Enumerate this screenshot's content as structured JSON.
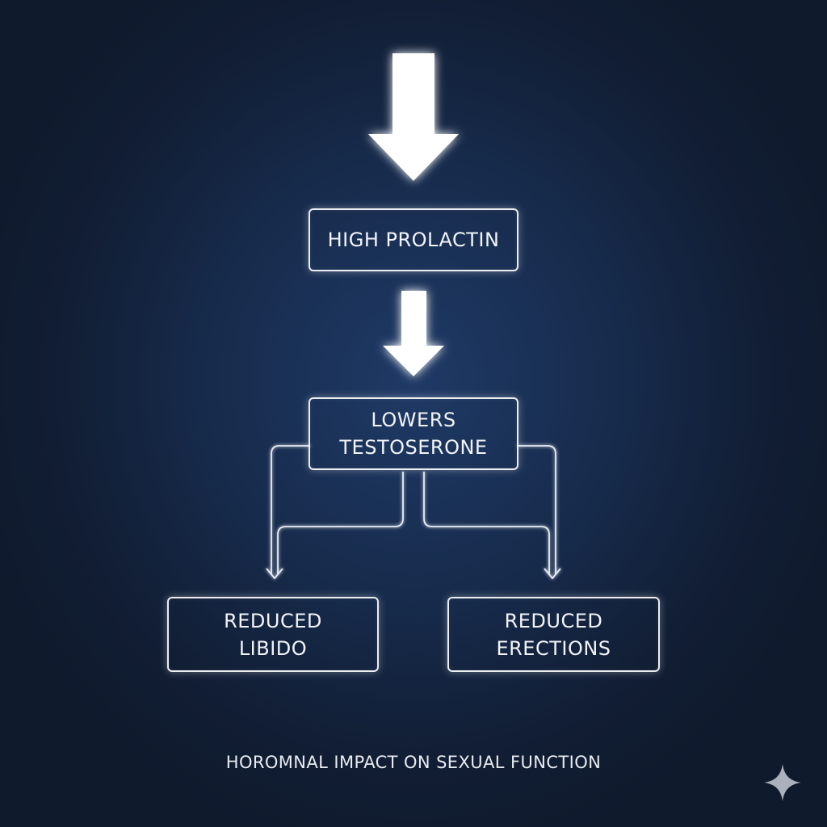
{
  "nodes": {
    "high_prolactin": {
      "lines": [
        "HIGH PROLACTIN"
      ]
    },
    "lowers_testosterone": {
      "lines": [
        "LOWERS",
        "TESTOSERONE"
      ]
    },
    "reduced_libido": {
      "lines": [
        "REDUCED",
        "LIBIDO"
      ]
    },
    "reduced_erections": {
      "lines": [
        "REDUCED",
        "ERECTIONS"
      ]
    }
  },
  "caption": "HOROMNAL IMPACT ON SEXUAL FUNCTION",
  "icons": {
    "top_arrow": "down-arrow-icon",
    "middle_arrow": "down-arrow-icon",
    "corner": "sparkle-icon"
  },
  "colors": {
    "background": "#172b4c",
    "stroke": "#ffffff",
    "text": "#f2f4f8"
  }
}
